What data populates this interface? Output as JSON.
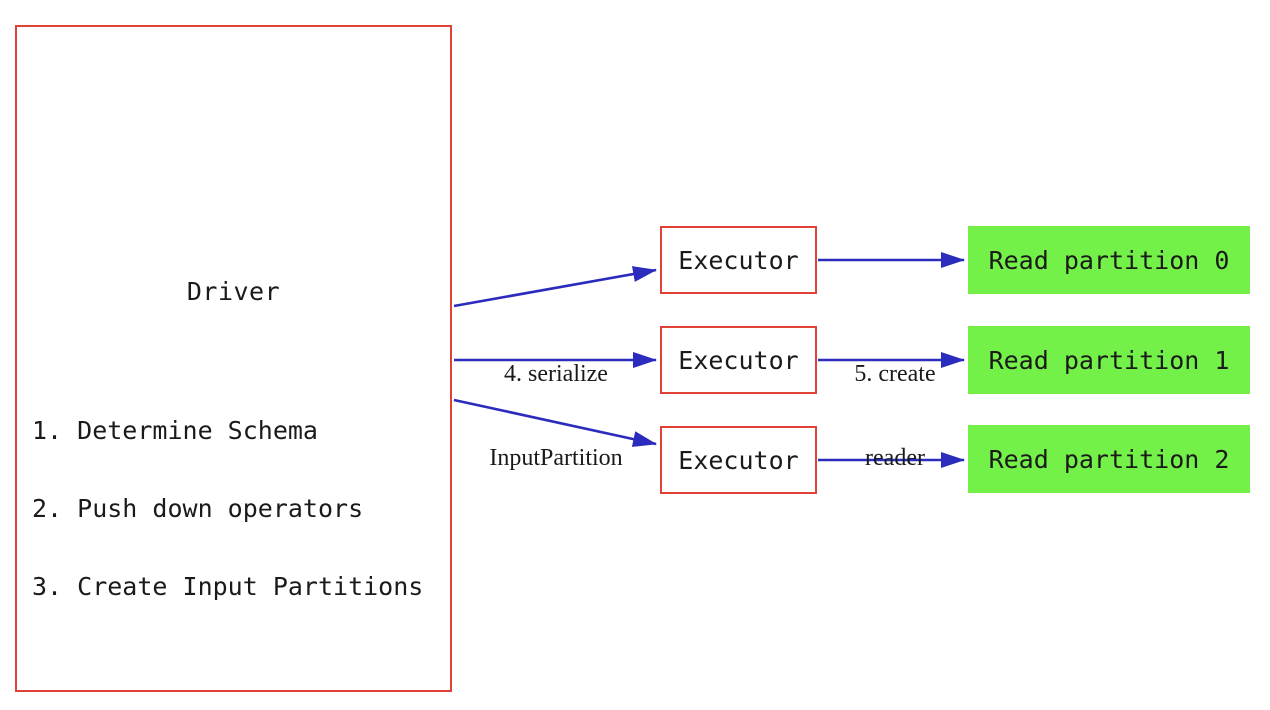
{
  "diagram": {
    "driver": {
      "title": "Driver",
      "steps": [
        "1. Determine Schema",
        "2. Push down operators",
        "3. Create Input Partitions"
      ]
    },
    "executors": [
      {
        "label": "Executor"
      },
      {
        "label": "Executor"
      },
      {
        "label": "Executor"
      }
    ],
    "partitions": [
      {
        "label": "Read partition 0"
      },
      {
        "label": "Read partition 1"
      },
      {
        "label": "Read partition 2"
      }
    ],
    "edge_labels": {
      "serialize": {
        "line1": "4. serialize",
        "line2": "InputPartition"
      },
      "create_reader": {
        "line1": "5. create",
        "line2": "reader"
      }
    },
    "colors": {
      "box_border_red": "#e04238",
      "arrow_blue": "#2b2bbe",
      "partition_green": "#74f148",
      "text": "#1a1a1a"
    }
  }
}
